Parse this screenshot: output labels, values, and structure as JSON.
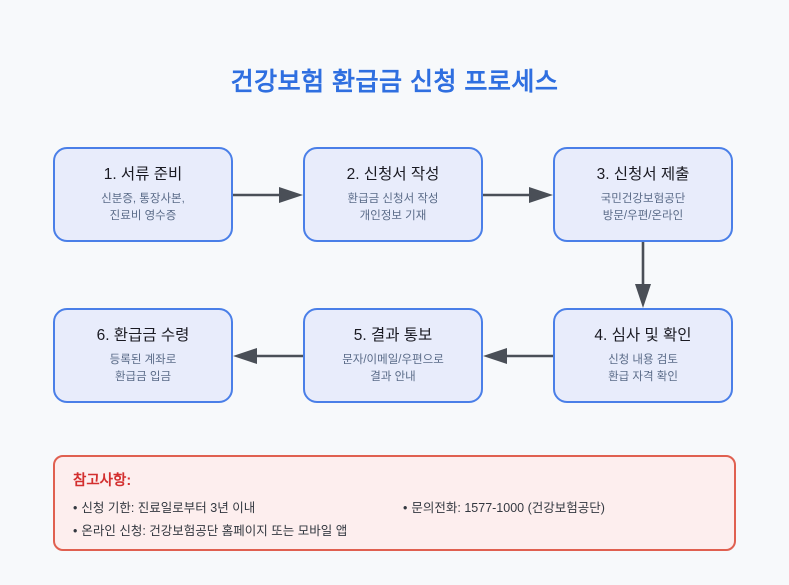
{
  "page": {
    "title": "건강보험 환급금 신청 프로세스",
    "background_color": "#f7f9fb",
    "title_color": "#2f6fe0"
  },
  "theme": {
    "box_fill": "#e8ecfb",
    "box_border": "#4a7fe8",
    "box_title_color": "#1a1a22",
    "box_desc_color": "#5a6b88",
    "arrow_color": "#4a4f57",
    "notes_fill": "#fdeeee",
    "notes_border": "#e06050",
    "notes_title_color": "#d32f2f"
  },
  "flow": {
    "steps": [
      {
        "number": "1",
        "title": "1. 서류 준비",
        "desc": "신분증, 통장사본,\n진료비 영수증"
      },
      {
        "number": "2",
        "title": "2. 신청서 작성",
        "desc": "환급금 신청서 작성\n개인정보 기재"
      },
      {
        "number": "3",
        "title": "3. 신청서 제출",
        "desc": "국민건강보험공단\n방문/우편/온라인"
      },
      {
        "number": "4",
        "title": "4. 심사 및 확인",
        "desc": "신청 내용 검토\n환급 자격 확인"
      },
      {
        "number": "5",
        "title": "5. 결과 통보",
        "desc": "문자/이메일/우편으로\n결과 안내"
      },
      {
        "number": "6",
        "title": "6. 환급금 수령",
        "desc": "등록된 계좌로\n환급금 입금"
      }
    ],
    "connectors": [
      {
        "name": "step-1-to-2",
        "direction": "right"
      },
      {
        "name": "step-2-to-3",
        "direction": "right"
      },
      {
        "name": "step-3-to-4",
        "direction": "down"
      },
      {
        "name": "step-4-to-5",
        "direction": "left"
      },
      {
        "name": "step-5-to-6",
        "direction": "left"
      }
    ]
  },
  "notes": {
    "title": "참고사항:",
    "bullet": "•",
    "items": [
      "신청 기한: 진료일로부터 3년 이내",
      "문의전화: 1577-1000 (건강보험공단)",
      "온라인 신청: 건강보험공단 홈페이지 또는 모바일 앱"
    ]
  }
}
